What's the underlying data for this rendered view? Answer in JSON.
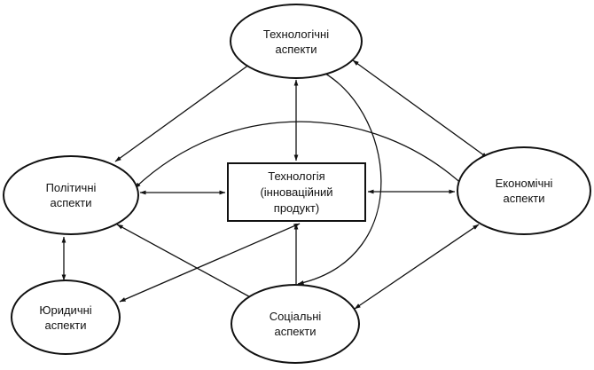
{
  "nodes": {
    "tech": {
      "lines": [
        "Технологічні",
        "аспекти"
      ]
    },
    "polit": {
      "lines": [
        "Політичні",
        "аспекти"
      ]
    },
    "econ": {
      "lines": [
        "Економічні",
        "аспекти"
      ]
    },
    "legal": {
      "lines": [
        "Юридичні",
        "аспекти"
      ]
    },
    "social": {
      "lines": [
        "Соціальні",
        "аспекти"
      ]
    },
    "center": {
      "lines": [
        "Технологія",
        "(інноваційний",
        "продукт)"
      ]
    }
  },
  "edges": [
    {
      "from": "polit",
      "to": "tech",
      "kind": "bidirectional"
    },
    {
      "from": "tech",
      "to": "econ",
      "kind": "bidirectional"
    },
    {
      "from": "tech",
      "to": "center",
      "kind": "bidirectional"
    },
    {
      "from": "polit",
      "to": "center",
      "kind": "bidirectional"
    },
    {
      "from": "center",
      "to": "econ",
      "kind": "bidirectional"
    },
    {
      "from": "polit",
      "to": "econ",
      "kind": "bidirectional"
    },
    {
      "from": "polit",
      "to": "legal",
      "kind": "bidirectional"
    },
    {
      "from": "polit",
      "to": "social",
      "kind": "bidirectional"
    },
    {
      "from": "legal",
      "to": "center",
      "kind": "bidirectional"
    },
    {
      "from": "center",
      "to": "social",
      "kind": "to_target"
    },
    {
      "from": "social",
      "to": "econ",
      "kind": "bidirectional"
    },
    {
      "from": "social",
      "to": "tech",
      "kind": "bidirectional"
    }
  ],
  "colors": {
    "line": "#111111",
    "background": "#ffffff"
  }
}
